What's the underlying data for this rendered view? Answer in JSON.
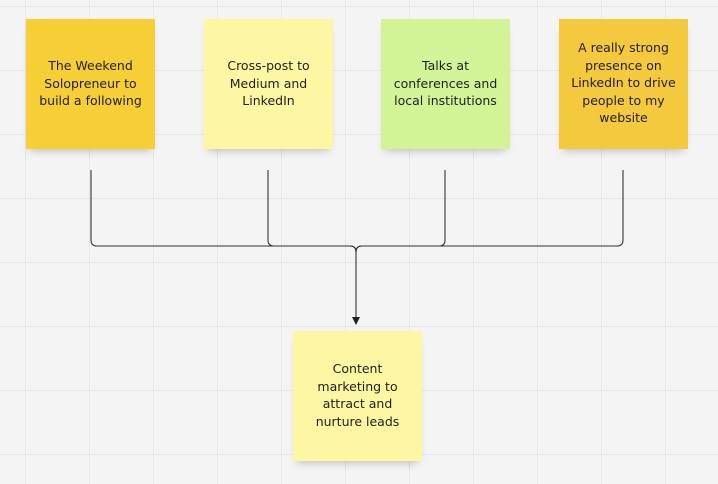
{
  "notes": [
    {
      "id": "n1",
      "text": "The Weekend Solopreneur to build a following",
      "color": "#f5cf35"
    },
    {
      "id": "n2",
      "text": "Cross-post to Medium and LinkedIn",
      "color": "#fdf6a2"
    },
    {
      "id": "n3",
      "text": "Talks at conferences and local institutions",
      "color": "#d3f397"
    },
    {
      "id": "n4",
      "text": "A really strong presence on LinkedIn to drive people to my website",
      "color": "#f4c93d"
    },
    {
      "id": "n5",
      "text": "Content marketing to attract and nurture leads",
      "color": "#fdf6a2"
    }
  ],
  "connectors": [
    {
      "from": "n1",
      "to": "n5"
    },
    {
      "from": "n2",
      "to": "n5"
    },
    {
      "from": "n3",
      "to": "n5"
    },
    {
      "from": "n4",
      "to": "n5"
    }
  ]
}
